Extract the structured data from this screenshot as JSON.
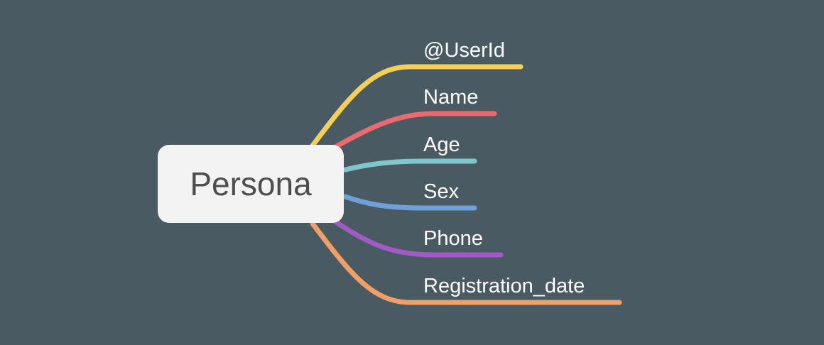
{
  "root": {
    "label": "Persona"
  },
  "branches": [
    {
      "label": "@UserId",
      "color": "#f5cf57"
    },
    {
      "label": "Name",
      "color": "#ea6a6f"
    },
    {
      "label": "Age",
      "color": "#7fc7c9"
    },
    {
      "label": "Sex",
      "color": "#6fa1d8"
    },
    {
      "label": "Phone",
      "color": "#a05bc4"
    },
    {
      "label": "Registration_date",
      "color": "#f0a066"
    }
  ]
}
